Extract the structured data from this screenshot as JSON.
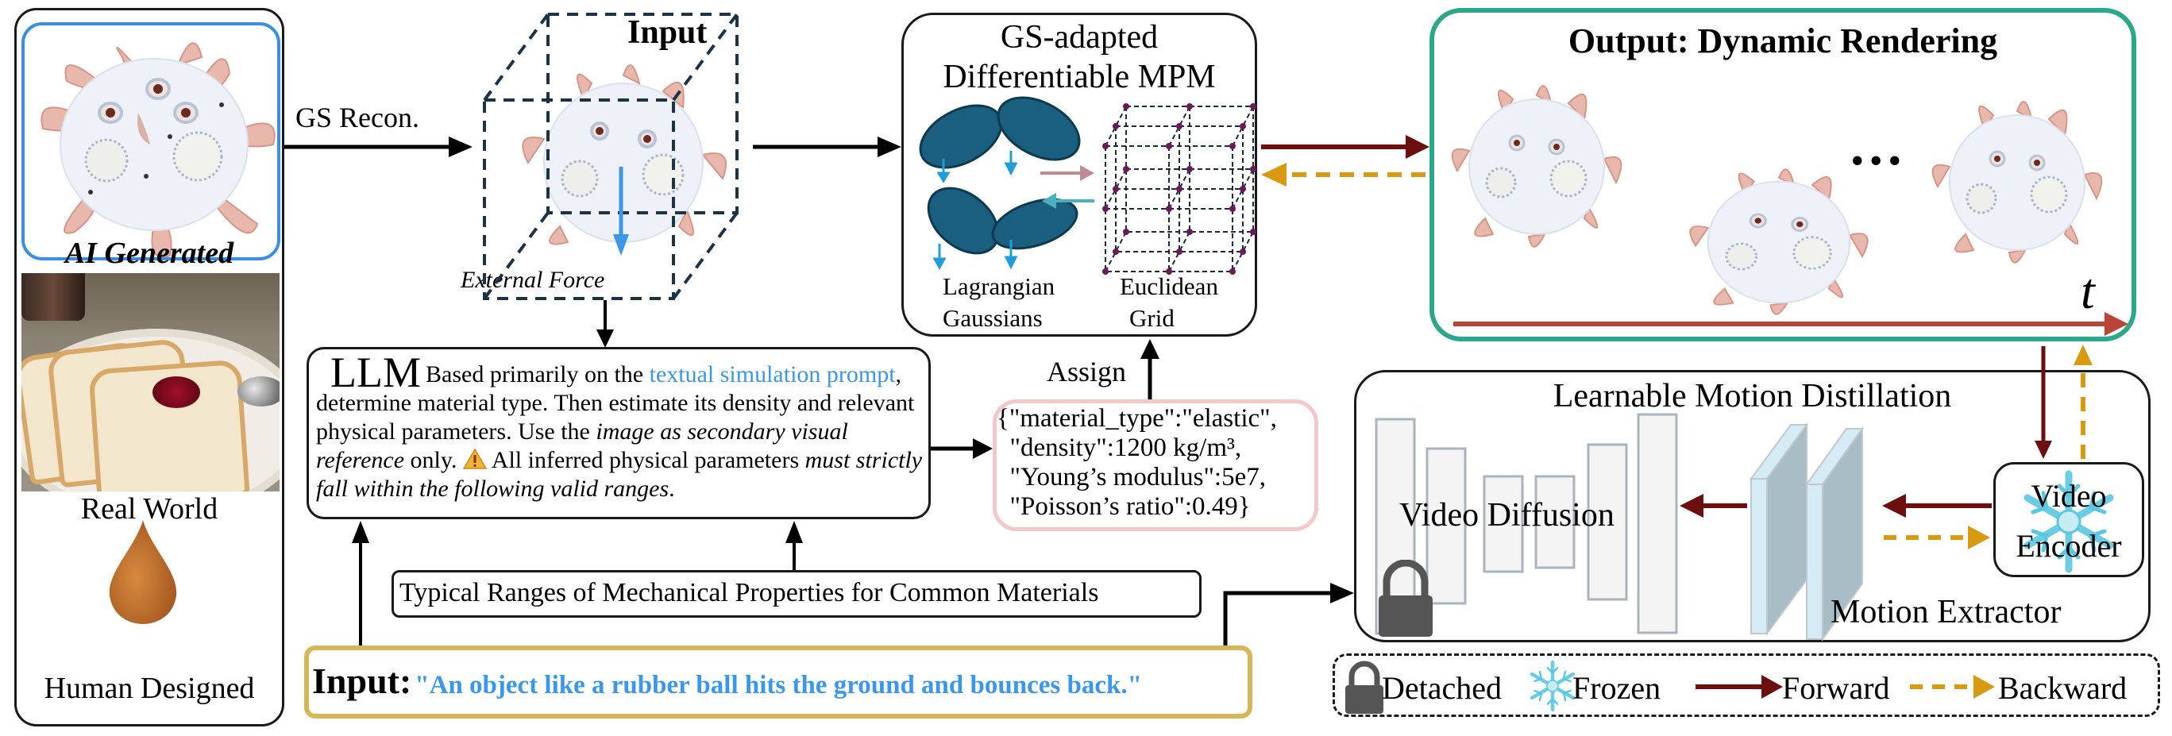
{
  "left_panel": {
    "sources": [
      {
        "label": "AI Generated",
        "style": "bold-italic",
        "image": "spiky sea-creature ball"
      },
      {
        "label": "Real World",
        "style": "regular",
        "image": "bread slices with jam on plate"
      },
      {
        "label": "Human Designed",
        "style": "regular",
        "image": "orange teardrop object"
      }
    ]
  },
  "arrows": {
    "gs_recon_label": "GS Recon.",
    "assign_label": "Assign"
  },
  "input_cube": {
    "title": "Input",
    "force_label": "External Force"
  },
  "mpm": {
    "title_line1": "GS-adapted",
    "title_line2": "Differentiable MPM",
    "gaussians_label_line1": "Lagrangian",
    "gaussians_label_line2": "Gaussians",
    "grid_label_line1": "Euclidean",
    "grid_label_line2": "Grid"
  },
  "output": {
    "title": "Output: Dynamic Rendering",
    "ellipsis": "...",
    "time_axis_label": "t"
  },
  "llm": {
    "label": "LLM",
    "segments": [
      {
        "text": "Based primarily on the ",
        "style": "normal"
      },
      {
        "text": "textual simulation prompt",
        "style": "blue"
      },
      {
        "text": ", determine material type. Then estimate its density and relevant physical parameters. Use the ",
        "style": "normal"
      },
      {
        "text": "image as secondary visual reference",
        "style": "italic"
      },
      {
        "text": " only. ",
        "style": "normal"
      },
      {
        "text": "warning-icon",
        "style": "icon"
      },
      {
        "text": " All inferred physical parameters ",
        "style": "normal"
      },
      {
        "text": "must strictly fall within the following valid ranges",
        "style": "italic"
      },
      {
        "text": ".",
        "style": "normal"
      }
    ]
  },
  "params_json": {
    "lines": [
      "{\"material_type\":\"elastic\",",
      "  \"density\":1200 kg/m³,",
      "  \"Young’s modulus\":5e7,",
      "  \"Poisson’s ratio\":0.49}"
    ]
  },
  "ranges": {
    "label": "Typical Ranges of Mechanical Properties for Common Materials"
  },
  "prompt": {
    "label": "Input:",
    "text": "\"An object like a rubber ball hits the ground and bounces back.\""
  },
  "motion_distillation": {
    "title": "Learnable Motion Distillation",
    "video_diffusion_label": "Video Diffusion",
    "motion_extractor_label": "Motion Extractor",
    "encoder_label_line1": "Video",
    "encoder_label_line2": "Encoder"
  },
  "legend": {
    "items": [
      {
        "icon": "lock-icon",
        "label": "Detached"
      },
      {
        "icon": "snowflake-icon",
        "label": "Frozen"
      },
      {
        "icon": "solid-arrow-icon",
        "label": "Forward"
      },
      {
        "icon": "dashed-arrow-icon",
        "label": "Backward"
      }
    ]
  },
  "colors": {
    "forward": "#6b0f0f",
    "backward": "#d89a10",
    "output_border": "#2aa889",
    "prompt_border": "#d6b656",
    "json_border": "#f3c8c8",
    "ai_frame": "#3b8fe0",
    "text_blue": "#3a97ea",
    "gaussian_fill": "#1a5f80",
    "grid_node": "#6a1a5a",
    "time_axis": "#b84535"
  }
}
